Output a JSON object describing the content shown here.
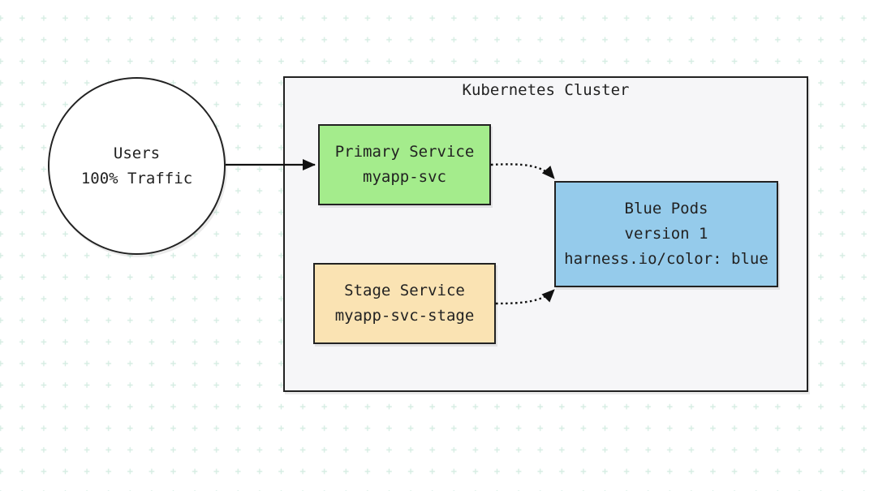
{
  "users": {
    "line1": "Users",
    "line2": "100% Traffic"
  },
  "cluster": {
    "title": "Kubernetes Cluster"
  },
  "primary_service": {
    "line1": "Primary Service",
    "line2": "myapp-svc",
    "fill_color": "#a4ec8c"
  },
  "stage_service": {
    "line1": "Stage Service",
    "line2": "myapp-svc-stage",
    "fill_color": "#fae3b3"
  },
  "blue_pods": {
    "line1": "Blue Pods",
    "line2": "version 1",
    "line3": "harness.io/color: blue",
    "fill_color": "#95cbeb"
  },
  "colors": {
    "grid_marks": "#d6ede3",
    "stroke": "#222222",
    "cluster_fill": "#f6f6f8"
  }
}
